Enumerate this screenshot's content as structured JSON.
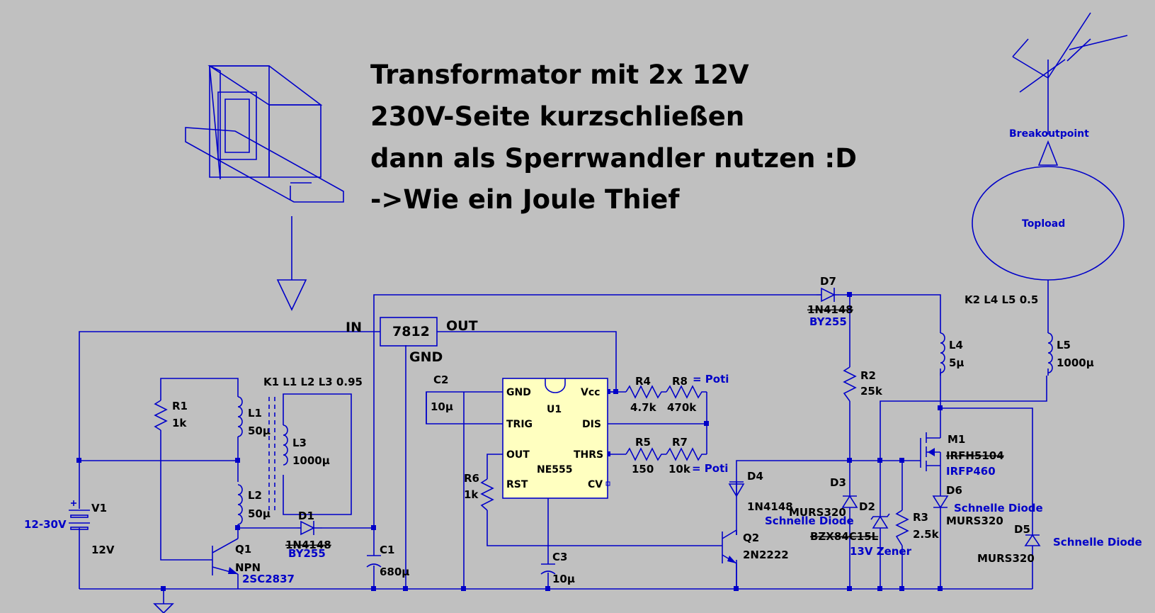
{
  "colors": {
    "background": "#c0c0c0",
    "wire": "#0000c8",
    "ic_fill": "#ffffc0",
    "text": "#000000",
    "value_text": "#0000c8"
  },
  "annotation": {
    "line1": "Transformator mit 2x 12V",
    "line2": "230V-Seite kurzschließen",
    "line3": "dann als Sperrwandler nutzen :D",
    "line4": "->Wie ein Joule Thief"
  },
  "regulator": {
    "name": "7812",
    "in": "IN",
    "out": "OUT",
    "gnd": "GND"
  },
  "ic": {
    "name": "U1",
    "part": "NE555",
    "pins": {
      "gnd": "GND",
      "vcc": "Vcc",
      "trig": "TRIG",
      "dis": "DIS",
      "out": "OUT",
      "thrs": "THRS",
      "rst": "RST",
      "cv": "CV"
    }
  },
  "coupling": {
    "k1": "K1 L1 L2 L3 0.95",
    "k2": "K2 L4 L5 0.5"
  },
  "v1": {
    "name": "V1",
    "value": "12V",
    "range": "12-30V"
  },
  "r1": {
    "name": "R1",
    "value": "1k"
  },
  "l1": {
    "name": "L1",
    "value": "50µ"
  },
  "l2": {
    "name": "L2",
    "value": "50µ"
  },
  "l3": {
    "name": "L3",
    "value": "1000µ"
  },
  "q1": {
    "name": "Q1",
    "value": "NPN",
    "part": "2SC2837"
  },
  "d1": {
    "name": "D1",
    "old": "1N4148",
    "new": "BY255"
  },
  "c1": {
    "name": "C1",
    "value": "680µ"
  },
  "c2": {
    "name": "C2",
    "value": "10µ"
  },
  "c3": {
    "name": "C3",
    "value": "10µ"
  },
  "r6": {
    "name": "R6",
    "value": "1k"
  },
  "r4": {
    "name": "R4",
    "value": "4.7k"
  },
  "r8": {
    "name": "R8",
    "value": "470k",
    "note": "= Poti"
  },
  "r5": {
    "name": "R5",
    "value": "150"
  },
  "r7": {
    "name": "R7",
    "value": "10k",
    "note": "= Poti"
  },
  "d7": {
    "name": "D7",
    "old": "1N4148",
    "new": "BY255"
  },
  "r2": {
    "name": "R2",
    "value": "25k"
  },
  "d4": {
    "name": "D4",
    "value": "1N4148"
  },
  "q2": {
    "name": "Q2",
    "value": "2N2222"
  },
  "d3": {
    "name": "D3",
    "value": "MURS320",
    "note": "Schnelle Diode"
  },
  "d2": {
    "name": "D2",
    "old": "BZX84C15L",
    "note": "13V Zener"
  },
  "r3": {
    "name": "R3",
    "value": "2.5k"
  },
  "l4": {
    "name": "L4",
    "value": "5µ"
  },
  "m1": {
    "name": "M1",
    "old": "IRFH5104",
    "new": "IRFP460"
  },
  "d6": {
    "name": "D6",
    "value": "MURS320",
    "note": "Schnelle Diode"
  },
  "d5": {
    "name": "D5",
    "value": "MURS320",
    "note": "Schnelle Diode"
  },
  "l5": {
    "name": "L5",
    "value": "1000µ"
  },
  "topload": {
    "label": "Topload"
  },
  "breakout": {
    "label": "Breakoutpoint"
  }
}
